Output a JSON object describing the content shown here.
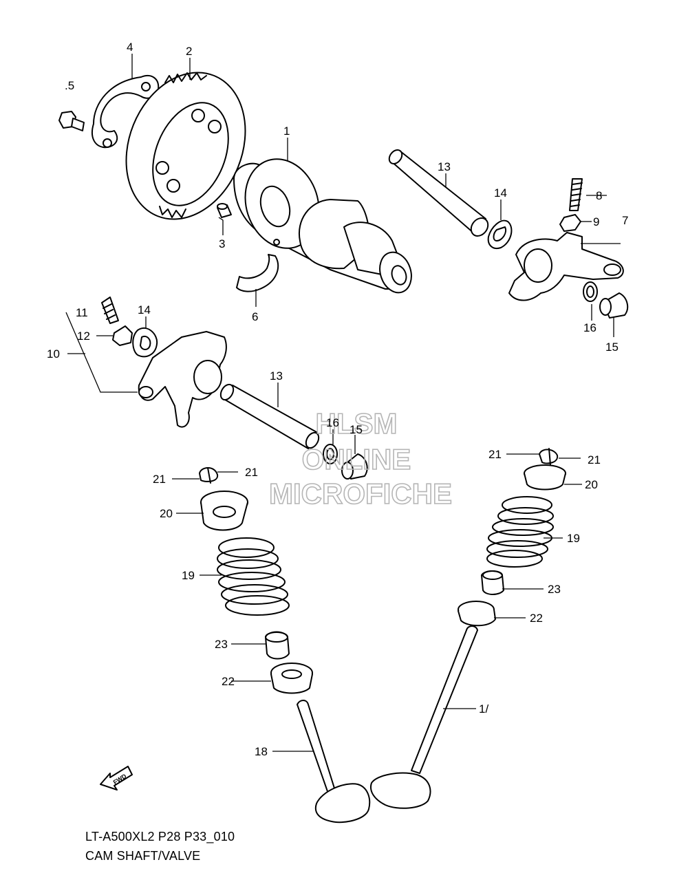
{
  "diagram": {
    "callouts": [
      "1",
      "2",
      "3",
      "4",
      ".5",
      "6",
      "7",
      "8",
      "9",
      "10",
      "11",
      "12",
      "13",
      "14",
      "15",
      "16",
      "19",
      "20",
      "21",
      "22",
      "23",
      "18",
      "1/"
    ],
    "watermark": {
      "line1": "HLSM",
      "line2": "ONLINE",
      "line3": "MICROFICHE"
    },
    "fwd_label": "FWD",
    "model_code": "LT-A500XL2 P28 P33_010",
    "section_title": "CAM SHAFT/VALVE"
  }
}
